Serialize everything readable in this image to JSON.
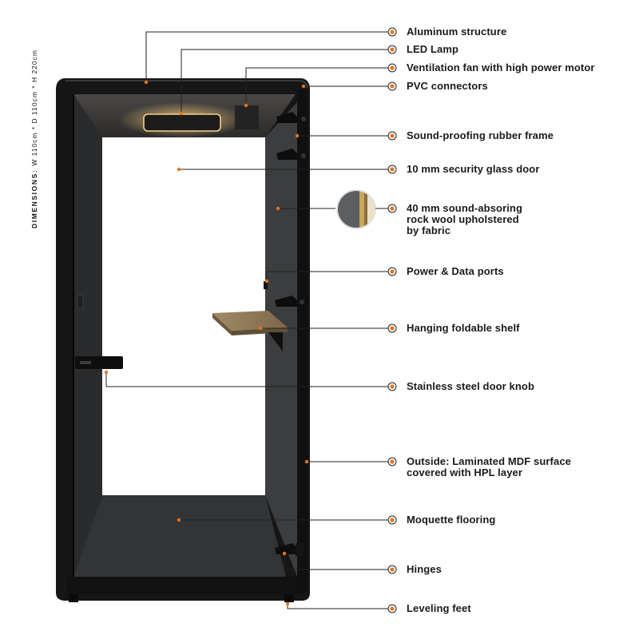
{
  "dimensions": {
    "label": "DIMENSIONS:",
    "value": "W 110cm * D 110cm * H 220cm"
  },
  "colors": {
    "accent": "#e8731a",
    "frame": "#161616",
    "panel": "#3b3d3f",
    "leader": "#222222",
    "shelf_wood": "#8a7556",
    "lamp_glow": "#f4c77a"
  },
  "callouts": [
    {
      "id": "aluminum-structure",
      "lines": [
        "Aluminum structure"
      ]
    },
    {
      "id": "led-lamp",
      "lines": [
        "LED Lamp"
      ]
    },
    {
      "id": "ventilation-fan",
      "lines": [
        "Ventilation fan with high power motor"
      ]
    },
    {
      "id": "pvc-connectors",
      "lines": [
        "PVC connectors"
      ]
    },
    {
      "id": "rubber-frame",
      "lines": [
        "Sound-proofing rubber frame"
      ]
    },
    {
      "id": "glass-door",
      "lines": [
        "10 mm security glass door"
      ]
    },
    {
      "id": "rock-wool",
      "lines": [
        "40 mm sound-absoring",
        "rock wool upholstered",
        "by fabric"
      ]
    },
    {
      "id": "power-data-ports",
      "lines": [
        "Power & Data ports"
      ]
    },
    {
      "id": "foldable-shelf",
      "lines": [
        "Hanging foldable shelf"
      ]
    },
    {
      "id": "door-knob",
      "lines": [
        "Stainless steel door knob"
      ]
    },
    {
      "id": "outside-surface",
      "lines": [
        "Outside: Laminated MDF surface",
        "covered with HPL layer"
      ]
    },
    {
      "id": "moquette-flooring",
      "lines": [
        "Moquette flooring"
      ]
    },
    {
      "id": "hinges",
      "lines": [
        "Hinges"
      ]
    },
    {
      "id": "leveling-feet",
      "lines": [
        "Leveling feet"
      ]
    }
  ]
}
